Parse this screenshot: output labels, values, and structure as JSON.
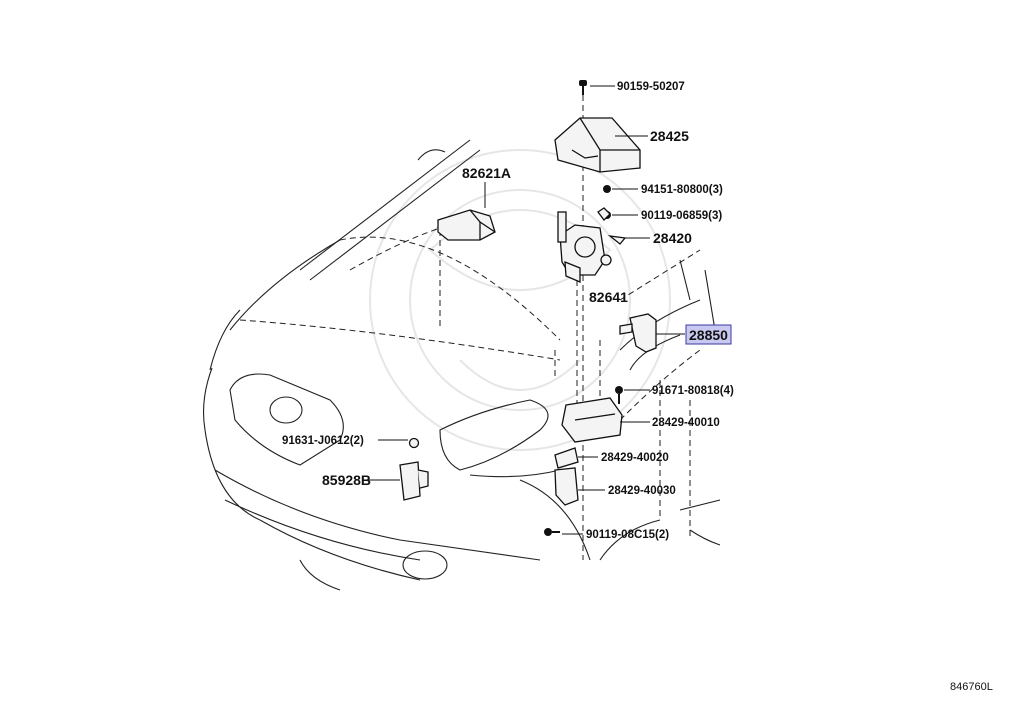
{
  "diagram": {
    "highlight_color": "#c8c8f0",
    "callouts": {
      "p90159": "90159-50207",
      "p28425": "28425",
      "p94151": "94151-80800(3)",
      "p90119a": "90119-06859(3)",
      "p28420": "28420",
      "p82621a": "82621A",
      "p82641": "82641",
      "p28850": "28850",
      "p91671": "91671-80818(4)",
      "p28429_10": "28429-40010",
      "p28429_20": "28429-40020",
      "p28429_30": "28429-40030",
      "p90119b": "90119-08C15(2)",
      "p91631": "91631-J0612(2)",
      "p85928b": "85928B"
    },
    "figure_number": "846760L"
  }
}
